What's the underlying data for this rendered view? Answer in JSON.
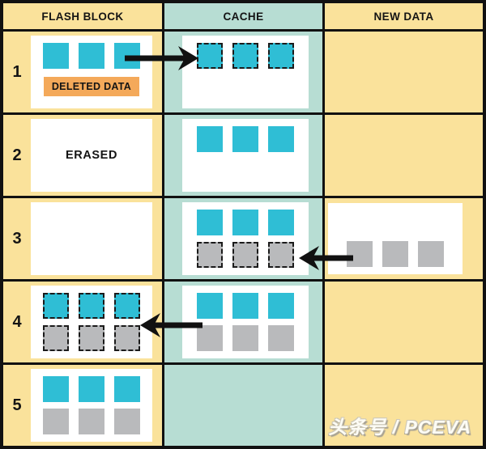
{
  "header": {
    "flash": "FLASH BLOCK",
    "cache": "CACHE",
    "new_data": "NEW DATA"
  },
  "rows": [
    {
      "num": "1",
      "flash": {
        "tag": "DELETED DATA",
        "squares_top": [
          "cyan",
          "cyan",
          "cyan"
        ]
      },
      "cache": {
        "squares_top": [
          "cyan-dashed",
          "cyan-dashed",
          "cyan-dashed"
        ]
      },
      "arrow": {
        "direction": "right",
        "from": "flash-block",
        "to": "cache"
      }
    },
    {
      "num": "2",
      "flash": {
        "label": "ERASED"
      },
      "cache": {
        "squares_top": [
          "cyan",
          "cyan",
          "cyan"
        ]
      }
    },
    {
      "num": "3",
      "flash": {
        "empty": true
      },
      "cache": {
        "squares_top": [
          "cyan",
          "cyan",
          "cyan"
        ],
        "squares_bottom": [
          "gray-dashed",
          "gray-dashed",
          "gray-dashed"
        ]
      },
      "new_data": {
        "squares_bottom": [
          "gray",
          "gray",
          "gray"
        ]
      },
      "arrow": {
        "direction": "left",
        "from": "new-data",
        "to": "cache"
      }
    },
    {
      "num": "4",
      "flash": {
        "squares_top": [
          "cyan-dashed",
          "cyan-dashed",
          "cyan-dashed"
        ],
        "squares_bottom": [
          "gray-dashed",
          "gray-dashed",
          "gray-dashed"
        ]
      },
      "cache": {
        "squares_top": [
          "cyan",
          "cyan",
          "cyan"
        ],
        "squares_bottom": [
          "gray",
          "gray",
          "gray"
        ]
      },
      "arrow": {
        "direction": "left",
        "from": "cache",
        "to": "flash-block"
      }
    },
    {
      "num": "5",
      "flash": {
        "squares_top": [
          "cyan",
          "cyan",
          "cyan"
        ],
        "squares_bottom": [
          "gray",
          "gray",
          "gray"
        ]
      }
    }
  ],
  "watermark": "头条号 / PCEVA",
  "colors": {
    "yellow": "#FAE29B",
    "teal": "#B7DDD3",
    "cyan": "#2FBED5",
    "gray": "#B9BABC",
    "orange": "#F4A95A",
    "border": "#111111",
    "panel": "#FFFFFF"
  }
}
